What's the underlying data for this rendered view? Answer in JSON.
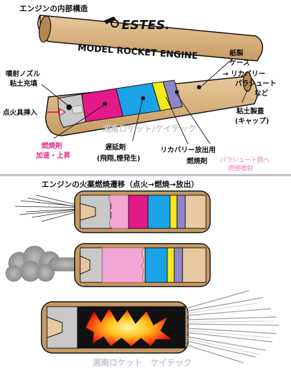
{
  "top_title": "エンジンの内部構造",
  "logo_text": "ESTES.",
  "engine_text": "MODEL ROCKET ENGINE",
  "labels": {
    "nozzle_1": "噴射ノズル",
    "nozzle_2": "粘土充填",
    "igniter": "点火具挿入",
    "propellant_1": "燃焼剤",
    "propellant_2": "加速・上昇",
    "delay_1": "遅延剤",
    "delay_2": "(飛翔,煙発生)",
    "ejection_1": "リカバリー放出用",
    "ejection_2": "燃焼剤",
    "ejection_note_1": "パラシュート側へ",
    "ejection_note_2": "燃焼噴射",
    "case_1": "紙製",
    "case_2": "ケース",
    "recovery_1": "→ リカバリー",
    "recovery_2": "パラシュート",
    "recovery_3": "など",
    "cap_1": "粘土製蓋",
    "cap_2": "(キャップ)"
  },
  "watermark_1": "湘南ロケット/ケイテック",
  "bottom_title": "エンジンの火薬燃焼遷移（点火→燃焼→放出）",
  "watermark_2": "湘南ロケット　ケイテック",
  "colors": {
    "case": "#d9b07e",
    "case_dark": "#a77a48",
    "nozzle": "#c8c8c8",
    "propellant": "#e4198a",
    "delay": "#1aa3e6",
    "ejection": "#f2ea1c",
    "cap": "#8e86c8",
    "smoke": "#a9a9a9",
    "burn_pink": "#f3a6d2"
  }
}
